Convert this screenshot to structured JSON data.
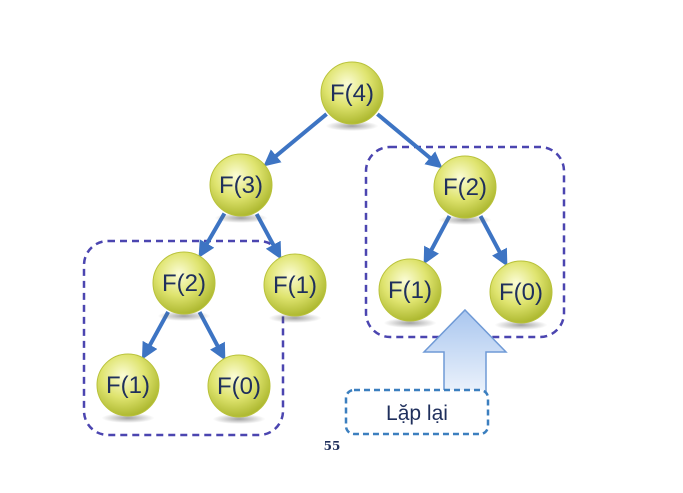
{
  "diagram": {
    "nodes": [
      {
        "id": "f4",
        "label": "F(4)"
      },
      {
        "id": "f3",
        "label": "F(3)"
      },
      {
        "id": "f2-right",
        "label": "F(2)"
      },
      {
        "id": "f2-left",
        "label": "F(2)"
      },
      {
        "id": "f1-mid",
        "label": "F(1)"
      },
      {
        "id": "f1-right",
        "label": "F(1)"
      },
      {
        "id": "f0-right",
        "label": "F(0)"
      },
      {
        "id": "f1-bottom",
        "label": "F(1)"
      },
      {
        "id": "f0-bottom",
        "label": "F(0)"
      }
    ],
    "edges": [
      {
        "from": "f4",
        "to": "f3"
      },
      {
        "from": "f4",
        "to": "f2-right"
      },
      {
        "from": "f3",
        "to": "f2-left"
      },
      {
        "from": "f3",
        "to": "f1-mid"
      },
      {
        "from": "f2-right",
        "to": "f1-right"
      },
      {
        "from": "f2-right",
        "to": "f0-right"
      },
      {
        "from": "f2-left",
        "to": "f1-bottom"
      },
      {
        "from": "f2-left",
        "to": "f0-bottom"
      }
    ],
    "callout": {
      "label": "Lặp lại"
    },
    "page_number": "55",
    "colors": {
      "arrow": "#3d74c3",
      "group_border": "#4b45b0",
      "callout_border": "#3b7fbf",
      "node_light": "#fbfcd6",
      "node_mid": "#dfe46f",
      "node_dark": "#a6b227",
      "node_text": "#1f2f5c"
    }
  }
}
